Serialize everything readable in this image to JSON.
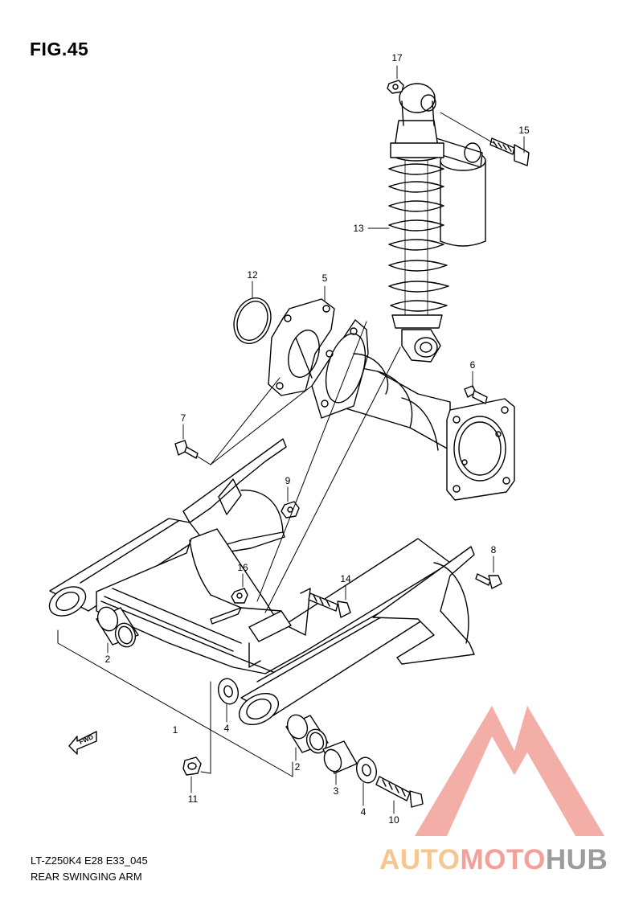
{
  "figure": {
    "title": "FIG.45",
    "model_code": "LT-Z250K4 E28 E33_045",
    "part_group": "REAR SWINGING ARM",
    "direction_tag": "FWD"
  },
  "callouts": [
    {
      "num": "1"
    },
    {
      "num": "2"
    },
    {
      "num": "2"
    },
    {
      "num": "3"
    },
    {
      "num": "4"
    },
    {
      "num": "4"
    },
    {
      "num": "5"
    },
    {
      "num": "6"
    },
    {
      "num": "7"
    },
    {
      "num": "8"
    },
    {
      "num": "9"
    },
    {
      "num": "10"
    },
    {
      "num": "11"
    },
    {
      "num": "12"
    },
    {
      "num": "13"
    },
    {
      "num": "14"
    },
    {
      "num": "15"
    },
    {
      "num": "16"
    },
    {
      "num": "17"
    }
  ],
  "watermark": {
    "word_1": "AUTO",
    "word_2": "MOTO",
    "word_3": "HUB",
    "colors": {
      "primary": "#f3a09a",
      "secondary": "#f6c691",
      "tertiary": "#9c9c9c"
    }
  }
}
